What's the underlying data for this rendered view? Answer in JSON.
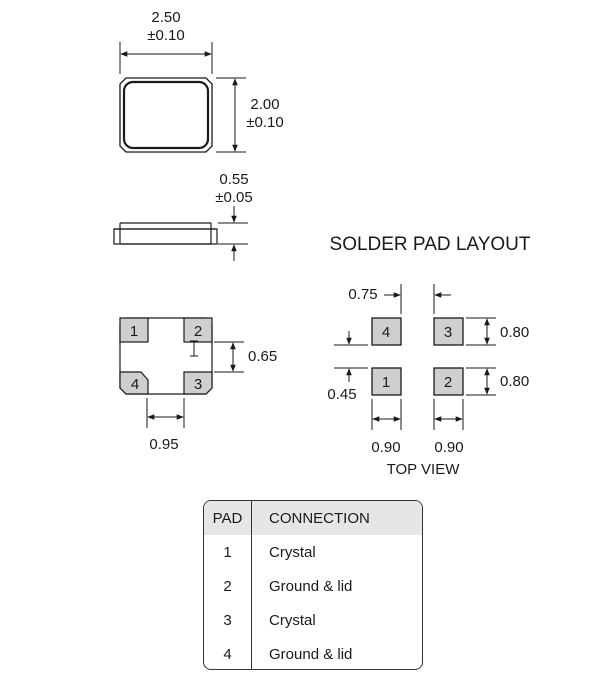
{
  "dimensions": {
    "top_width": "2.50",
    "top_width_tol": "±0.10",
    "top_height": "2.00",
    "top_height_tol": "±0.10",
    "thickness": "0.55",
    "thickness_tol": "±0.05",
    "bottom_pad_pitch_v": "0.65",
    "bottom_pad_pitch_h": "0.95"
  },
  "bottom_pads": [
    "1",
    "2",
    "3",
    "4"
  ],
  "solder_layout": {
    "title": "SOLDER PAD LAYOUT",
    "gap": "0.75",
    "offset": "0.45",
    "pad_height_top": "0.80",
    "pad_height_bottom": "0.80",
    "pad_width_left": "0.90",
    "pad_width_right": "0.90",
    "caption": "TOP VIEW",
    "pads": [
      "4",
      "3",
      "1",
      "2"
    ]
  },
  "table": {
    "headers": [
      "PAD",
      "CONNECTION"
    ],
    "rows": [
      {
        "pad": "1",
        "connection": "Crystal"
      },
      {
        "pad": "2",
        "connection": "Ground & lid"
      },
      {
        "pad": "3",
        "connection": "Crystal"
      },
      {
        "pad": "4",
        "connection": "Ground & lid"
      }
    ]
  },
  "colors": {
    "pad_fill": "#cfcfcf",
    "line": "#1a1a1a",
    "table_header": "#e6e6e6"
  }
}
